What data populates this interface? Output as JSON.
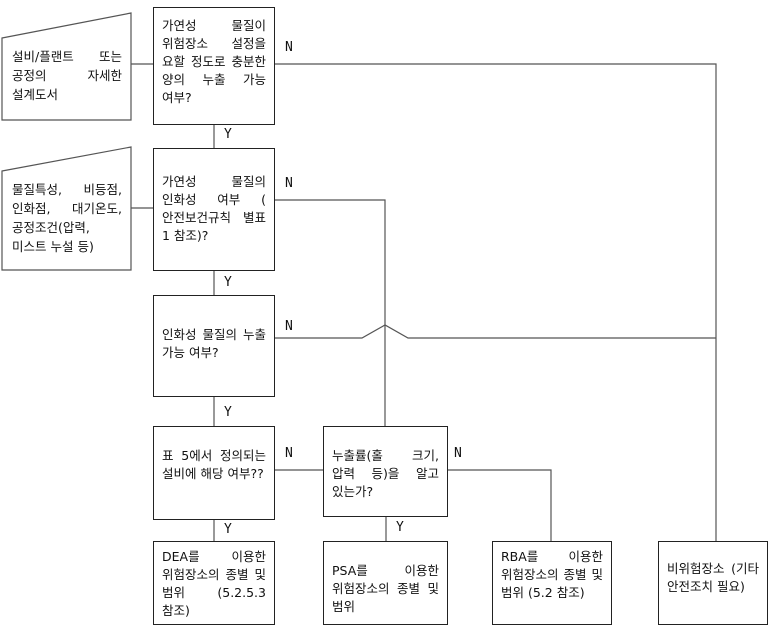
{
  "inputs": {
    "equipment": "설비/플랜트 또는 공정의 자세한 설계도서",
    "material": "물질특성, 비등점, 인화점, 대기온도, 공정조건(압력, 미스트 누설 등)"
  },
  "decisions": {
    "q1": "가연성 물질이 위험장소 설정을 요할 정도로 충분한 양의 누출 가능 여부?",
    "q2": "가연성 물질의 인화성 여부 ( 안전보건규칙 별표 1 참조)?",
    "q3": "인화성 물질의 누출 가능 여부?",
    "q4": "표 5에서 정의되는 설비에 해당 여부??",
    "q5": "누출률(홀 크기, 압력 등)을 알고 있는가?"
  },
  "outcomes": {
    "dea": "DEA를 이용한 위험장소의 종별 및 범위 (5.2.5.3 참조)",
    "psa": "PSA를 이용한 위험장소의 종별 및 범위",
    "rba": "RBA를 이용한 위험장소의 종별 및 범위 (5.2 참조)",
    "non": "비위험장소 (기타 안전조치 필요)"
  },
  "labels": {
    "yes": "Y",
    "no": "N"
  }
}
